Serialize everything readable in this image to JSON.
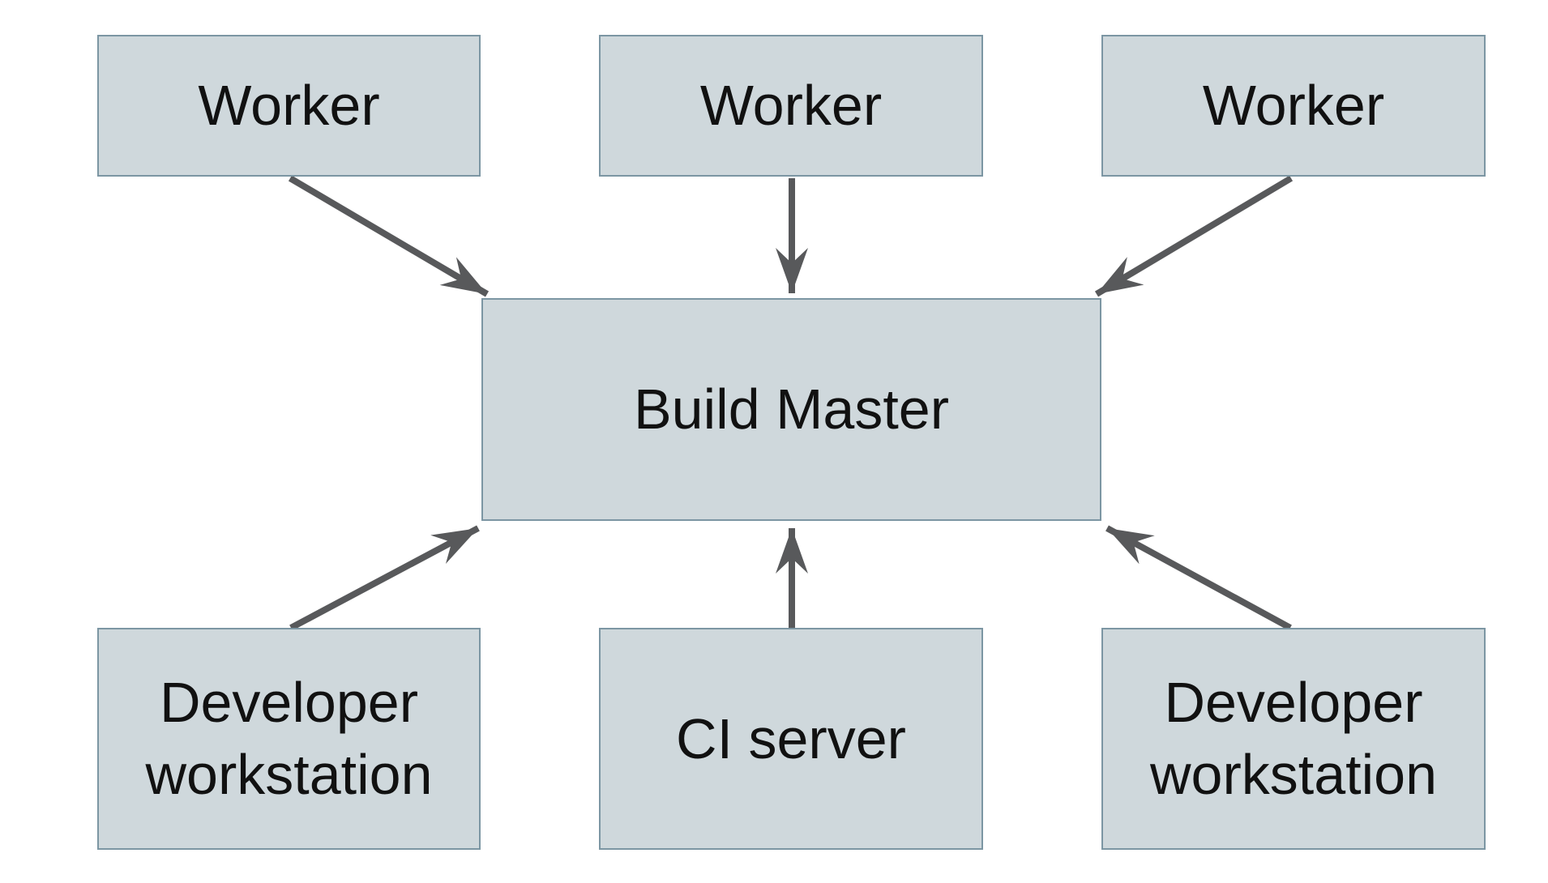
{
  "diagram": {
    "type": "architecture-diagram",
    "nodes": {
      "worker1": {
        "label": "Worker",
        "row": "top"
      },
      "worker2": {
        "label": "Worker",
        "row": "top"
      },
      "worker3": {
        "label": "Worker",
        "row": "top"
      },
      "build_master": {
        "label": "Build Master",
        "row": "center"
      },
      "dev_left": {
        "label": "Developer workstation",
        "row": "bottom"
      },
      "ci_server": {
        "label": "CI server",
        "row": "bottom"
      },
      "dev_right": {
        "label": "Developer workstation",
        "row": "bottom"
      }
    },
    "edges": [
      {
        "from": "worker1",
        "to": "build_master",
        "direction": "down-right"
      },
      {
        "from": "worker2",
        "to": "build_master",
        "direction": "down"
      },
      {
        "from": "worker3",
        "to": "build_master",
        "direction": "down-left"
      },
      {
        "from": "dev_left",
        "to": "build_master",
        "direction": "up-right"
      },
      {
        "from": "ci_server",
        "to": "build_master",
        "direction": "up"
      },
      {
        "from": "dev_right",
        "to": "build_master",
        "direction": "up-left"
      }
    ],
    "colors": {
      "background": "#ffffff",
      "node_fill": "#cfd8dc",
      "node_border": "#7c96a3",
      "arrow": "#58595b",
      "text": "#111111"
    }
  }
}
